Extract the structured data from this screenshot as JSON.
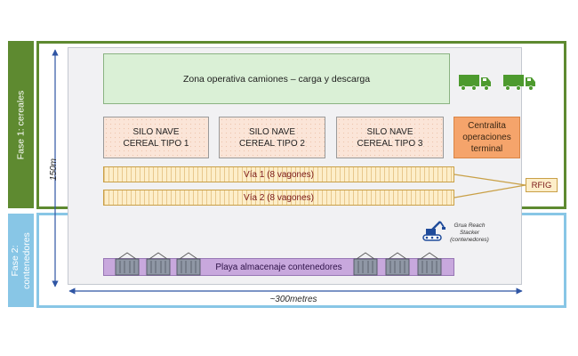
{
  "phases": {
    "phase1_label": "Fase 1: cereales",
    "phase2_label_line1": "Fase 2:",
    "phase2_label_line2": "contenedores"
  },
  "zones": {
    "trucks_zone": "Zona operativa camiones – carga y descarga",
    "silos": [
      {
        "line1": "SILO NAVE",
        "line2": "CEREAL TIPO 1"
      },
      {
        "line1": "SILO NAVE",
        "line2": "CEREAL TIPO 2"
      },
      {
        "line1": "SILO NAVE",
        "line2": "CEREAL TIPO 3"
      }
    ],
    "control_center": {
      "line1": "Centralita",
      "line2": "operaciones",
      "line3": "terminal"
    },
    "tracks": [
      "Vía 1 (8 vagones)",
      "Vía 2 (8 vagones)"
    ],
    "rfig": "RFIG",
    "container_yard": "Playa almacenaje contenedores",
    "crane": {
      "line1": "Grua Reach",
      "line2": "Stacker",
      "line3": "(contenedores)"
    }
  },
  "dimensions": {
    "height_label": "150m",
    "width_label": "~300metres"
  },
  "icons": {
    "truck": "truck-icon",
    "container": "container-icon",
    "crane": "crane-icon"
  },
  "colors": {
    "phase1": "#5e8a30",
    "phase2": "#88c6e6",
    "truck_zone": "#daf0d6",
    "silo": "#fbe5d8",
    "control_center": "#f5a46b",
    "tracks": "#fdeec9",
    "container_yard": "#c8a8dd",
    "dimension_arrows": "#2f55a4"
  }
}
